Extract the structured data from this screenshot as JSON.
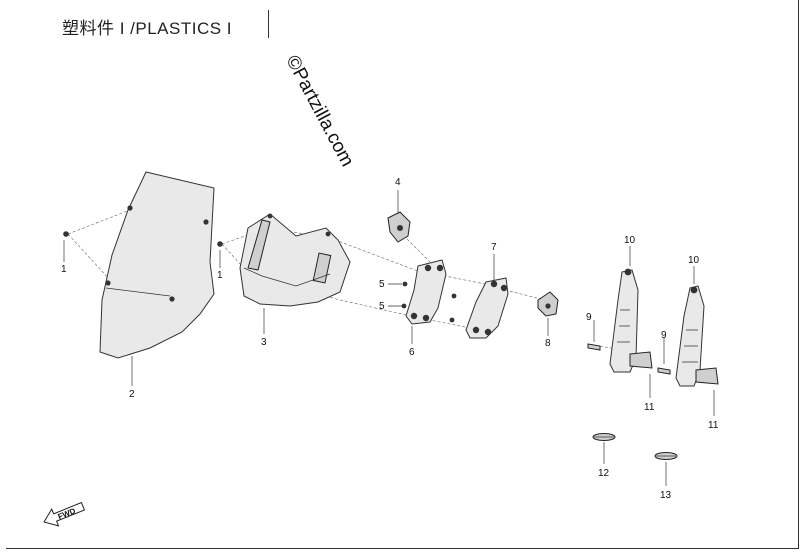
{
  "header": {
    "title": "塑料件 I /PLASTICS  I",
    "watermark": "©Partzilla.com"
  },
  "fwd_label": "FWD",
  "callouts": {
    "c1a": "1",
    "c1b": "1",
    "c2": "2",
    "c3": "3",
    "c4": "4",
    "c5a": "5",
    "c5b": "5",
    "c6": "6",
    "c7": "7",
    "c8": "8",
    "c9a": "9",
    "c9b": "9",
    "c10a": "10",
    "c10b": "10",
    "c11a": "11",
    "c11b": "11",
    "c12": "12",
    "c13": "13"
  }
}
